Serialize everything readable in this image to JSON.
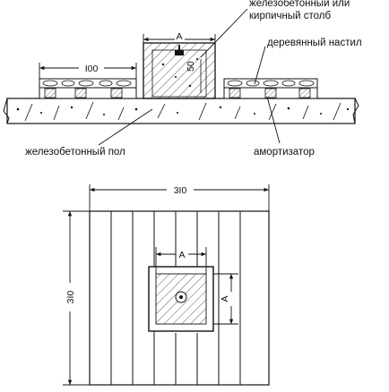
{
  "section": {
    "labels": {
      "column_line1": "железобетонный или",
      "column_line2": "кирпичный столб",
      "wood_deck": "деревянный настил",
      "concrete_floor": "железобетонный пол",
      "shock_absorber": "амортизатор"
    },
    "dims": {
      "column_width": "A",
      "deck_length": "I00",
      "embed_depth": "50"
    }
  },
  "plan": {
    "dims": {
      "width": "3I0",
      "height": "3I0",
      "pillar_width": "A",
      "pillar_height": "A"
    }
  }
}
